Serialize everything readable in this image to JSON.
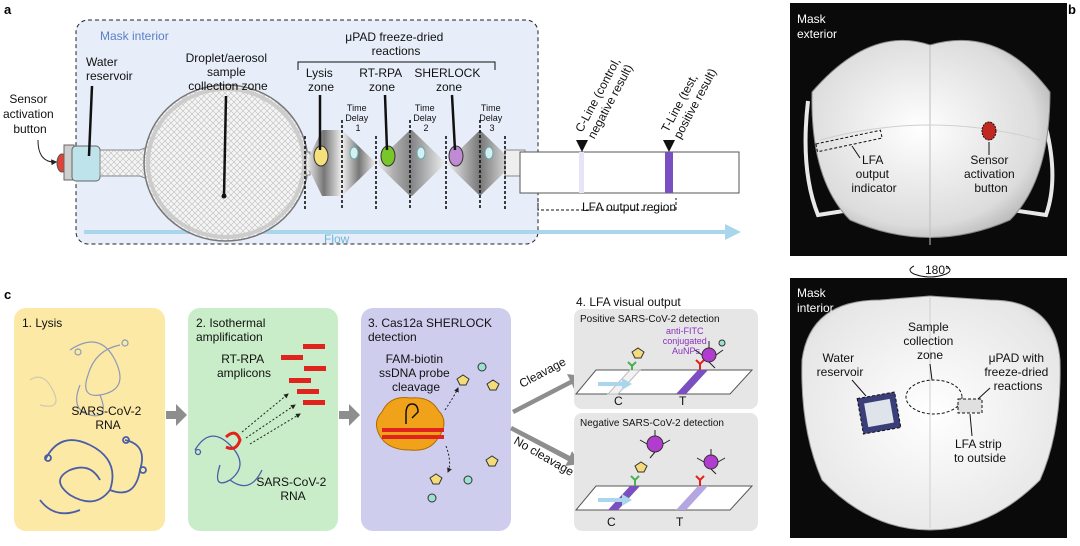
{
  "panel_a": {
    "letter": "a",
    "mask_interior": "Mask interior",
    "sensor_button": [
      "Sensor",
      "activation",
      "button"
    ],
    "water_reservoir": [
      "Water",
      "reservoir"
    ],
    "sample_zone": [
      "Droplet/aerosol",
      "sample",
      "collection zone"
    ],
    "upad_title": [
      "μPAD freeze-dried",
      "reactions"
    ],
    "lysis_zone": [
      "Lysis",
      "zone"
    ],
    "rtrpa_zone": [
      "RT-RPA",
      "zone"
    ],
    "sherlock_zone": [
      "SHERLOCK",
      "zone"
    ],
    "time_delay_1": [
      "Time",
      "Delay",
      "1"
    ],
    "time_delay_2": [
      "Time",
      "Delay",
      "2"
    ],
    "time_delay_3": [
      "Time",
      "Delay",
      "3"
    ],
    "c_line": [
      "C-Line (control,",
      "negative result)"
    ],
    "t_line": [
      "T-Line (test,",
      "positive result)"
    ],
    "lfa_region": "LFA output region",
    "flow": "Flow"
  },
  "panel_b": {
    "letter": "b",
    "exterior": [
      "Mask",
      "exterior"
    ],
    "lfa_indicator": [
      "LFA",
      "output",
      "indicator"
    ],
    "sensor_button": [
      "Sensor",
      "activation",
      "button"
    ],
    "rotation": "180°",
    "interior": [
      "Mask",
      "interior"
    ],
    "sample_zone": [
      "Sample",
      "collection",
      "zone"
    ],
    "water_reservoir": [
      "Water",
      "reservoir"
    ],
    "upad": [
      "μPAD with",
      "freeze-dried",
      "reactions"
    ],
    "lfa_strip": [
      "LFA strip",
      "to outside"
    ]
  },
  "panel_c": {
    "letter": "c",
    "step1": "1. Lysis",
    "virus_label": [
      "SARS-CoV-2",
      "RNA"
    ],
    "step2": [
      "2. Isothermal",
      "amplification"
    ],
    "amplicons": [
      "RT-RPA",
      "amplicons"
    ],
    "virus_label2": [
      "SARS-CoV-2",
      "RNA"
    ],
    "step3": [
      "3. Cas12a SHERLOCK",
      "detection"
    ],
    "probe": [
      "FAM-biotin",
      "ssDNA probe",
      "cleavage"
    ],
    "step4": "4. LFA visual output",
    "positive": "Positive SARS-CoV-2 detection",
    "negative": "Negative SARS-CoV-2 detection",
    "aunps": [
      "anti-FITC",
      "conjugated",
      "AuNPs"
    ],
    "cleavage": "Cleavage",
    "no_cleavage": "No cleavage",
    "c": "C",
    "t": "T",
    "c2": "C",
    "t2": "T"
  },
  "colors": {
    "lysis_bg": "#fde9a6",
    "amp_bg": "#c9edc9",
    "detect_bg": "#cfcdee",
    "lfa_bg": "#e6e6e6",
    "mask_bg": "#e8eef9",
    "flow_arrow": "#a9d6ea",
    "purple_line": "#7a4fc0",
    "red_amplicon": "#e0231c"
  }
}
